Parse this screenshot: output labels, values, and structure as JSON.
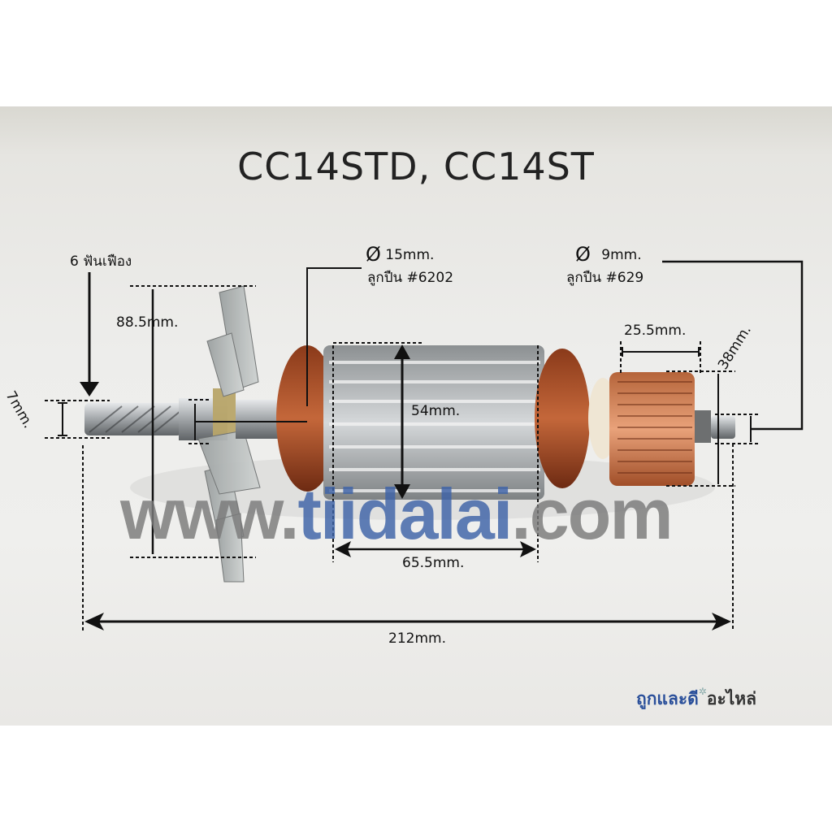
{
  "title": "CC14STD, CC14ST",
  "annotations": {
    "teeth": "6 ฟันเฟือง",
    "shaft_dia": "7mm.",
    "fan_height": "88.5mm.",
    "front_bearing_dia": "15mm.",
    "front_bearing_model": "ลูกปืน #6202",
    "rear_bearing_dia": "9mm.",
    "rear_bearing_model": "ลูกปืน #629",
    "diameter_symbol": "Ø",
    "core_dia": "54mm.",
    "core_length": "65.5mm.",
    "commutator_length": "25.5mm.",
    "commutator_dia": "38mm.",
    "total_length": "212mm."
  },
  "watermark": {
    "prefix": "www.",
    "domain": "tiidalai",
    "suffix": ".com"
  },
  "brand": {
    "part1": "ถูกและดี",
    "star": "✲",
    "part2": "อะไหล่"
  },
  "colors": {
    "background_photo": "#ecebe8",
    "annotation_line": "#111111",
    "copper": "#b5562a",
    "steel": "#a9adb0",
    "watermark_grey": "#7a7a7a",
    "watermark_blue": "#3e63a8",
    "brand_blue": "#2a4f9a"
  }
}
